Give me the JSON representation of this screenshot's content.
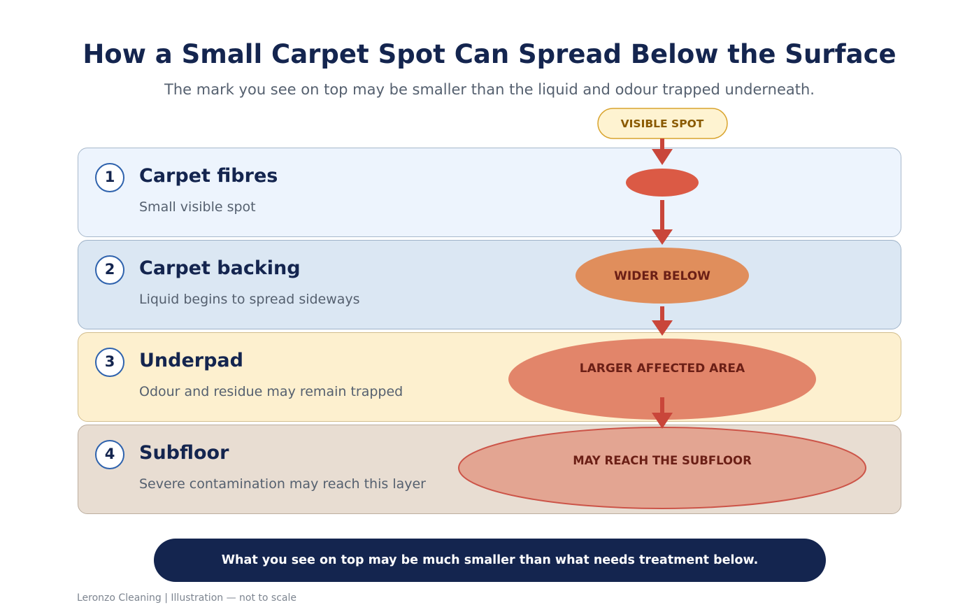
{
  "title": "How a Small Carpet Spot Can Spread Below the Surface",
  "subtitle": "The mark you see on top may be smaller than the liquid and odour trapped underneath.",
  "top_label": "VISIBLE SPOT",
  "layers": [
    {
      "number": "1",
      "title": "Carpet fibres",
      "description": "Small visible spot",
      "spot_label": ""
    },
    {
      "number": "2",
      "title": "Carpet backing",
      "description": "Liquid begins to spread sideways",
      "spot_label": "WIDER BELOW"
    },
    {
      "number": "3",
      "title": "Underpad",
      "description": "Odour and residue may remain trapped",
      "spot_label": "LARGER AFFECTED AREA"
    },
    {
      "number": "4",
      "title": "Subfloor",
      "description": "Severe contamination may reach this layer",
      "spot_label": "MAY REACH THE SUBFLOOR"
    }
  ],
  "footer_message": "What you see on top may be much smaller than what needs treatment below.",
  "credit": "Leronzo Cleaning | Illustration — not to scale",
  "colors": {
    "navy": "#14254f",
    "arrow": "#c9463a",
    "spot_1": "#db5a45",
    "spot_2": "#e08e5c",
    "spot_3": "#e2856a",
    "spot_4": "#e3a592",
    "visible_badge_fill": "#fef3d1",
    "visible_badge_text": "#8a5a00"
  }
}
